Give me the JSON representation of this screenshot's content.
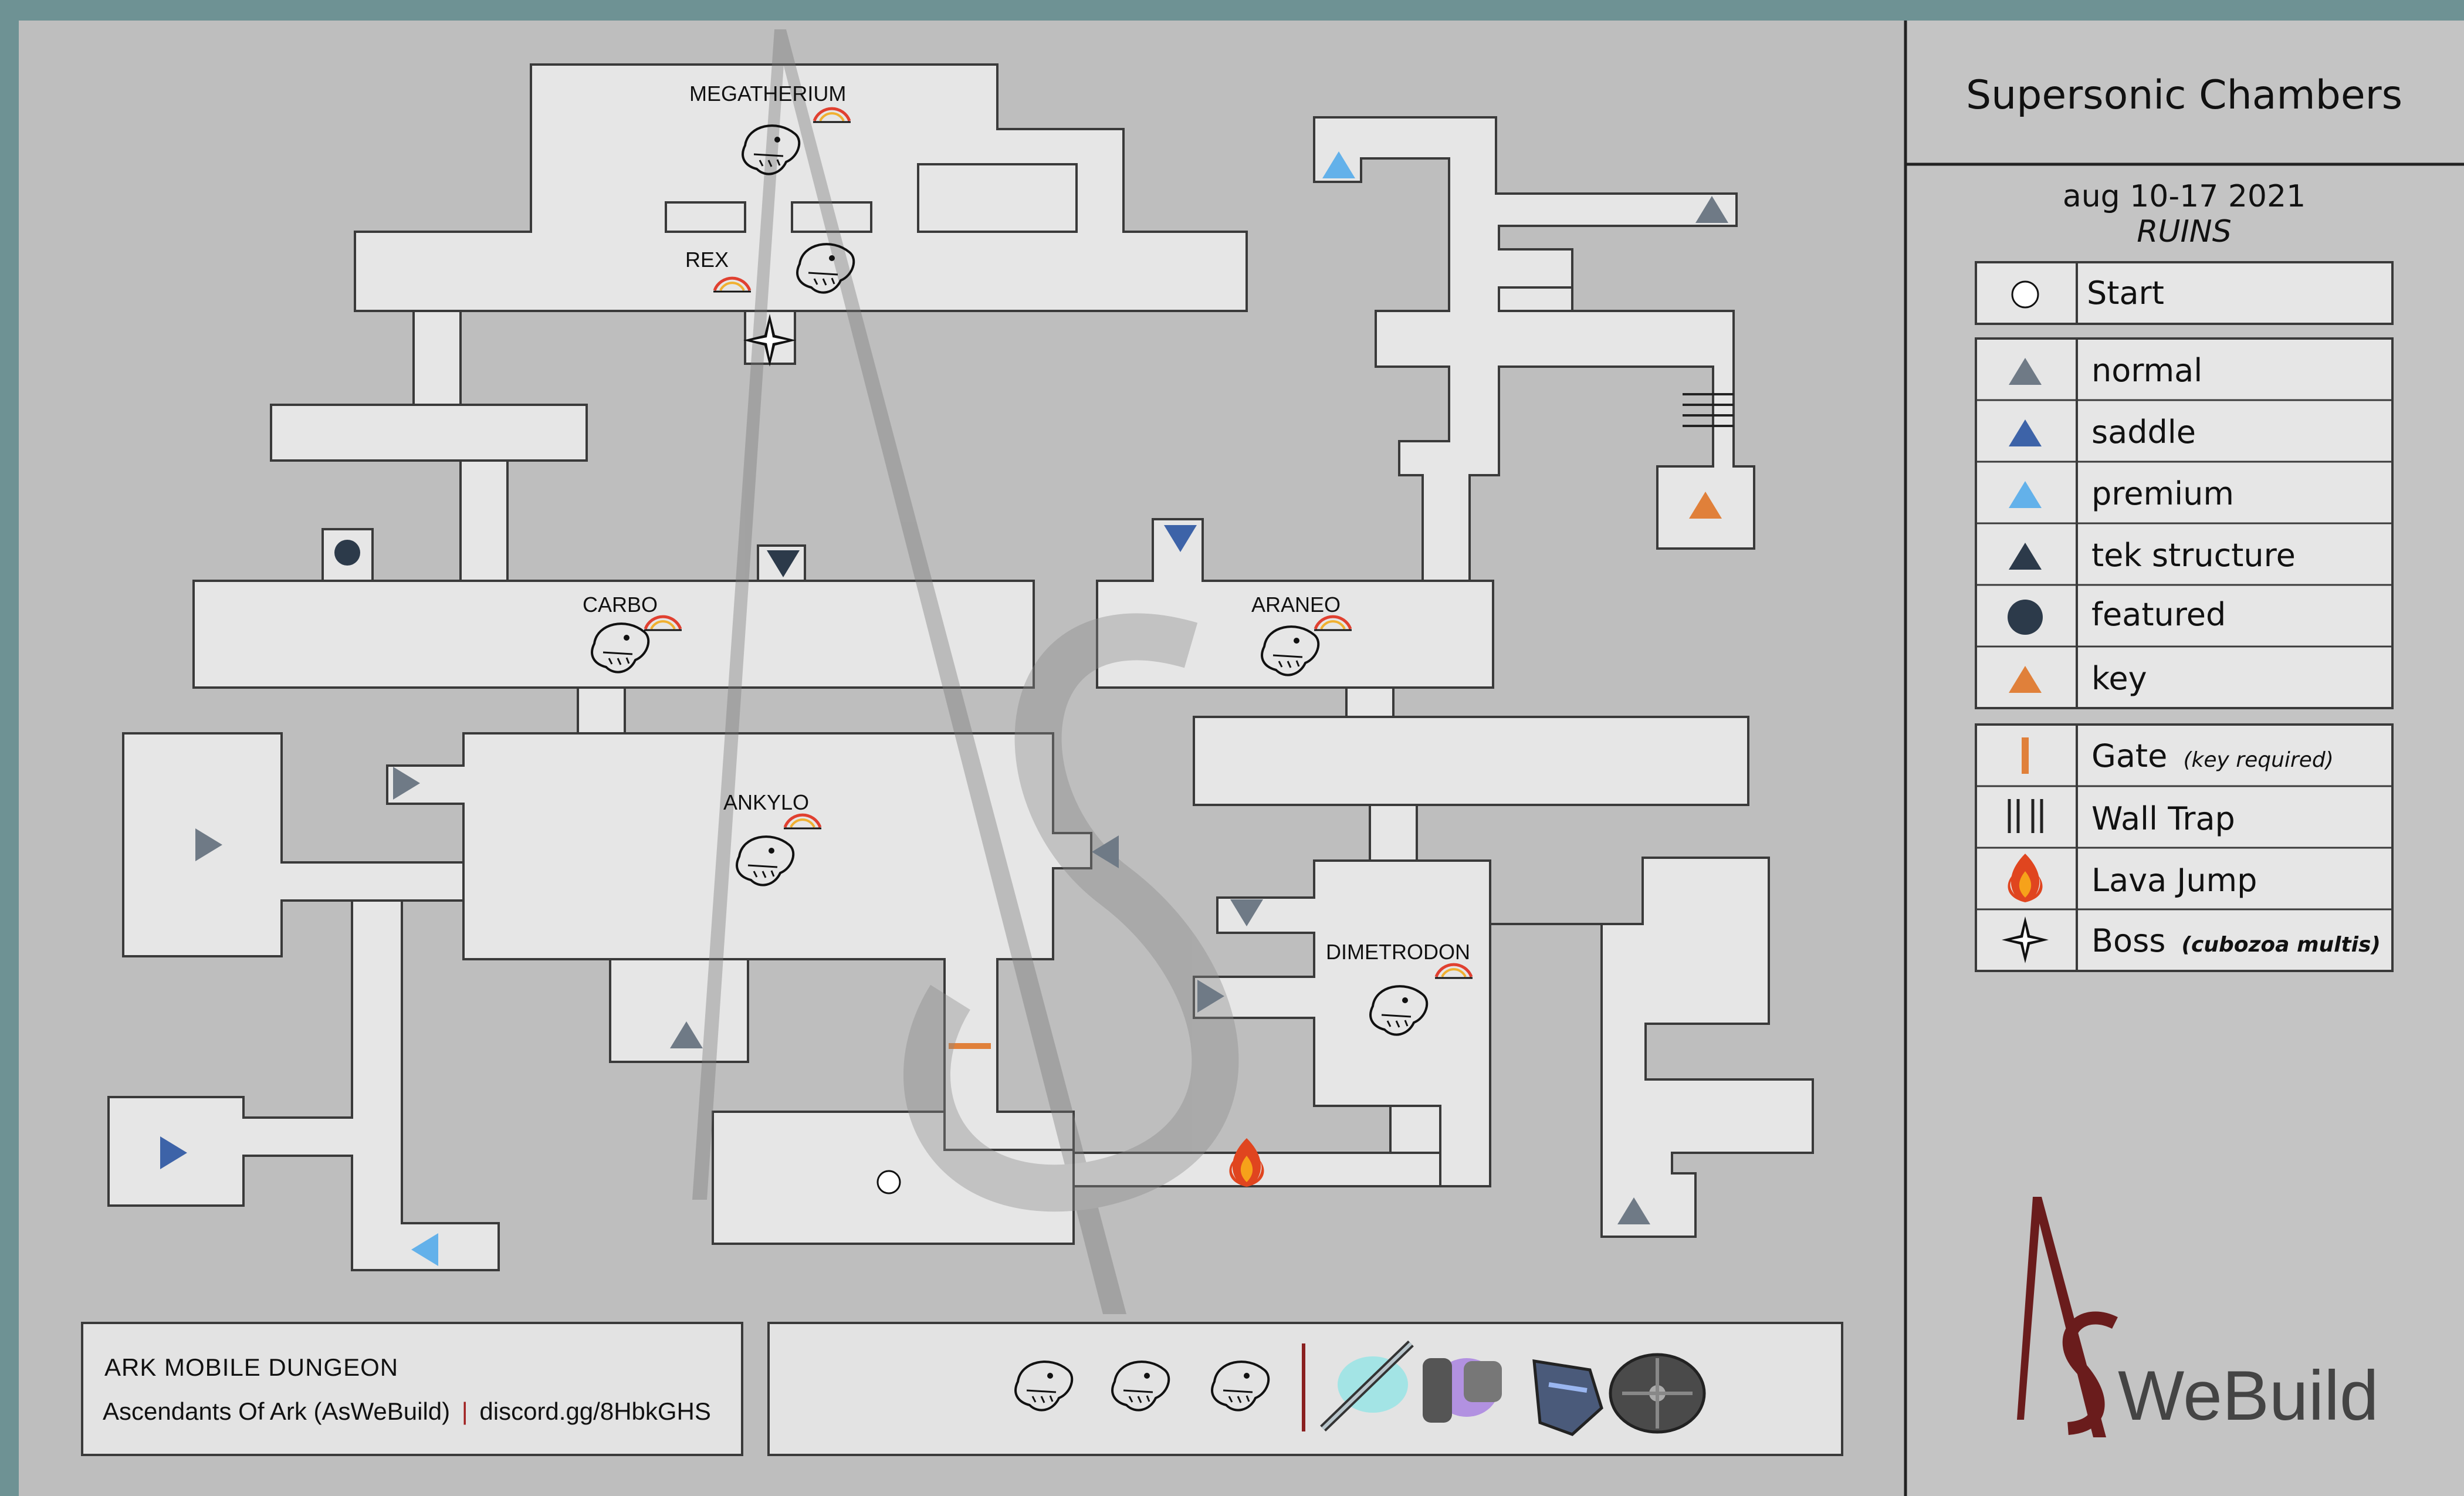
{
  "title": "Supersonic Chambers",
  "date": "aug 10-17 2021",
  "biome": "RUINS",
  "legend": {
    "start": "Start",
    "normal": "normal",
    "saddle": "saddle",
    "premium": "premium",
    "tek": "tek structure",
    "featured": "featured",
    "key": "key",
    "gate": "Gate",
    "gate_note": "(key required)",
    "walltrap": "Wall Trap",
    "lava": "Lava Jump",
    "boss": "Boss",
    "boss_note": "(cubozoa multis)"
  },
  "bosses": {
    "megatherium": "MEGATHERIUM",
    "rex": "REX",
    "carbo": "CARBO",
    "araneo": "ARANEO",
    "ankylo": "ANKYLO",
    "dimetrodon": "DIMETRODON"
  },
  "footer": {
    "heading": "ARK MOBILE DUNGEON",
    "credit": "Ascendants Of Ark (AsWeBuild)",
    "separator": "|",
    "discord": "discord.gg/8HbkGHS"
  },
  "logo_text": "WeBuild",
  "colors": {
    "normal": "#6f7a86",
    "saddle": "#3d63a8",
    "premium": "#63b1ea",
    "tek": "#2c3a4a",
    "featured": "#2c3a4a",
    "key": "#e0803a",
    "gate": "#e0803a"
  }
}
